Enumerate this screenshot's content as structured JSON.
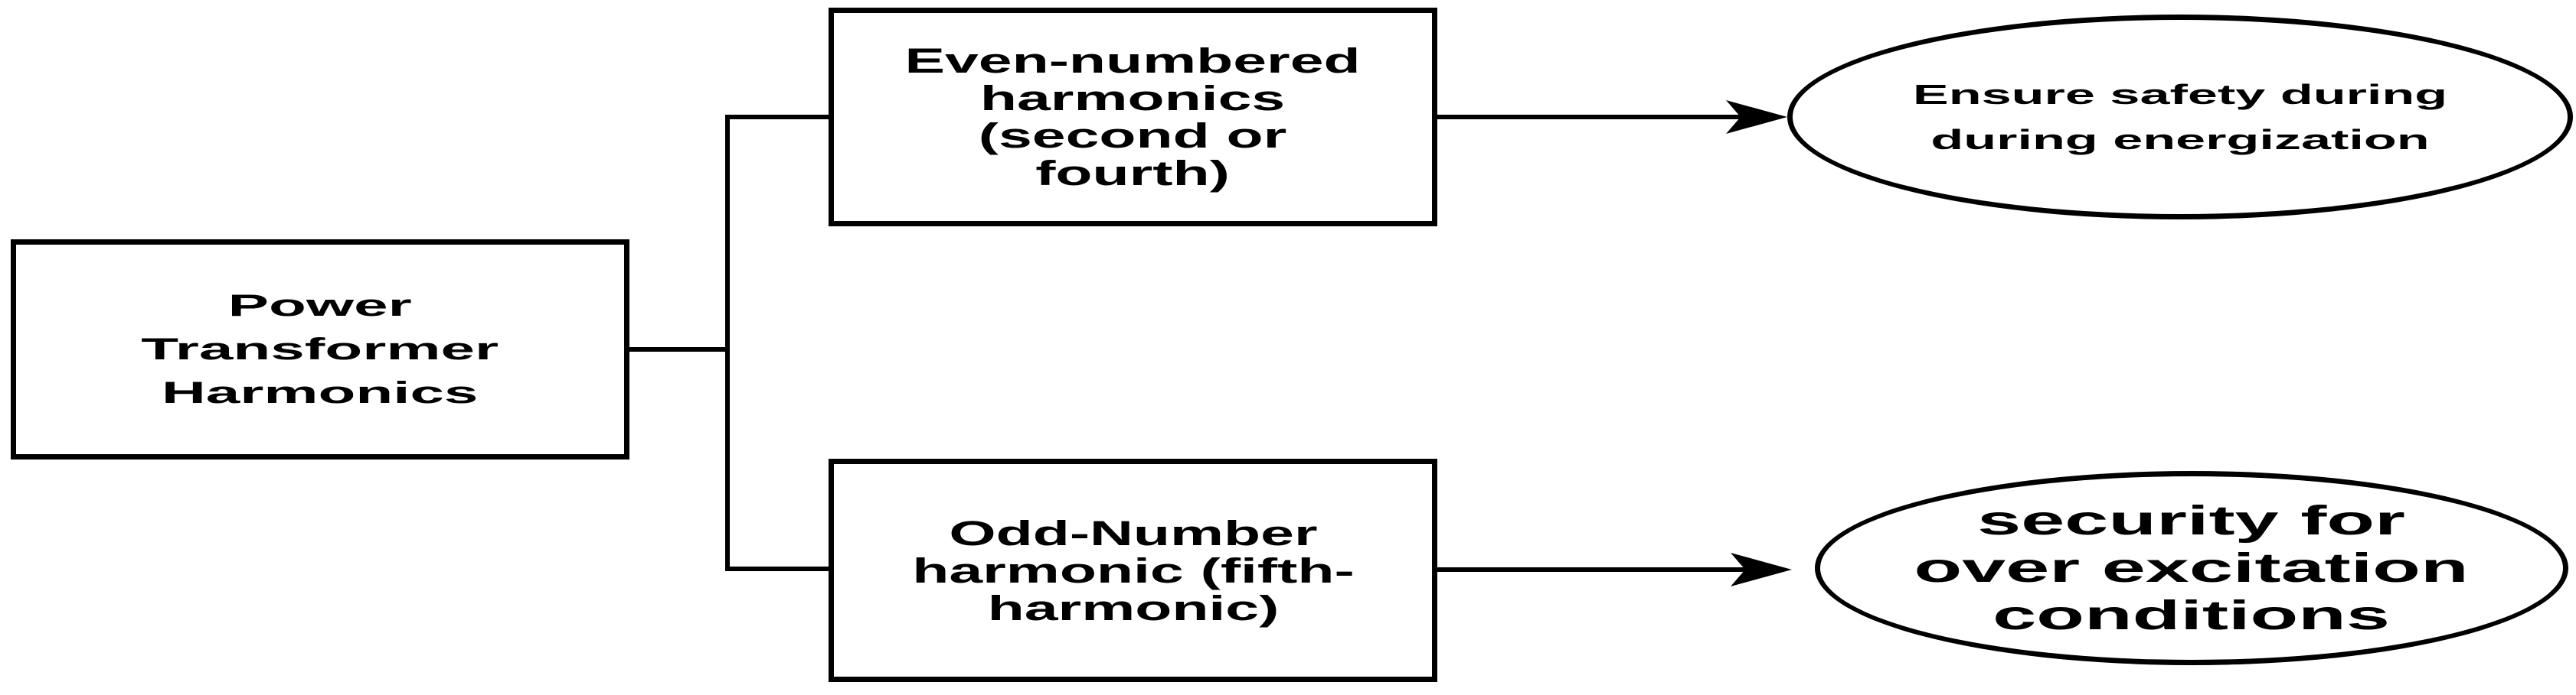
{
  "diagram": {
    "root": {
      "label": "Power\nTransformer\nHarmonics"
    },
    "branches": [
      {
        "label": "Even-numbered\nharmonics\n(second or\nfourth)"
      },
      {
        "label": "Odd-Number\nharmonic (fifth-\nharmonic)"
      }
    ],
    "outcomes": [
      {
        "label": "Ensure safety during\nduring energization"
      },
      {
        "label": "security for\nover excitation\nconditions"
      }
    ],
    "colors": {
      "stroke": "#000000",
      "fill": "#ffffff",
      "text": "#000000"
    }
  }
}
